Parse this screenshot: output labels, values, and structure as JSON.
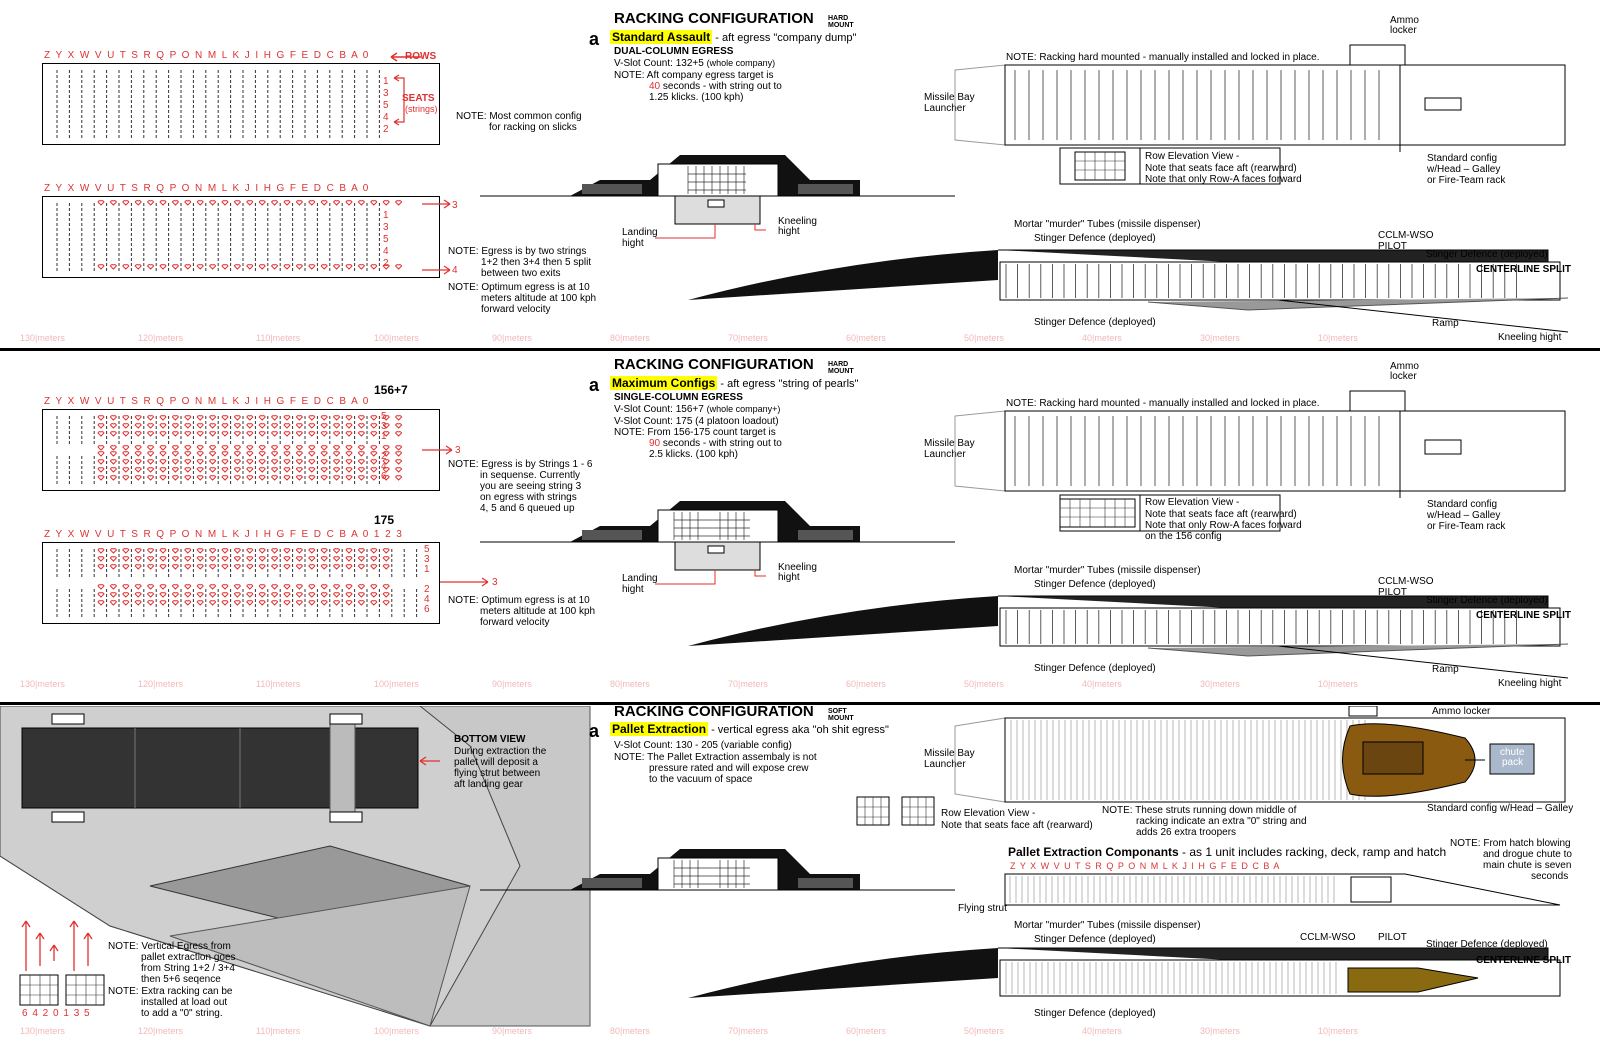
{
  "row_letters": "Z Y X W V U T S R Q P O N M L K J I H G F E D C B A 0",
  "row_letters_ext": "Z Y X W V U T S R Q P O N M L K J I H G F E D C B A 0  1 2 3",
  "row_letters_short": "Z Y X W V U T S R Q P O N M L K J I H G F E D C B A",
  "meters": [
    "130|meters",
    "120|meters",
    "110|meters",
    "100|meters",
    "90|meters",
    "80|meters",
    "70|meters",
    "60|meters",
    "50|meters",
    "40|meters",
    "30|meters",
    "10|meters"
  ],
  "common": {
    "title": "RACKING CONFIGURATION",
    "a": "a",
    "hard": "HARD",
    "mount": "MOUNT",
    "soft": "SOFT",
    "missile_bay": "Missile Bay",
    "launcher": "Launcher",
    "landing": "Landing",
    "hight": "hight",
    "kneeling": "Kneeling",
    "mortar": "Mortar \"murder\" Tubes (missile dispenser)",
    "stinger": "Stinger Defence (deployed)",
    "cclm": "CCLM-WSO",
    "pilot": "PILOT",
    "centerline": "CENTERLINE SPLIT",
    "ramp": "Ramp",
    "kneeling_hight": "Kneeling hight",
    "ammo": "Ammo",
    "locker": "locker",
    "std1": "Standard  config",
    "std2": "w/Head – Galley",
    "std3": "or Fire-Team rack",
    "note_hard": "NOTE: Racking hard mounted - manually installed and locked in place.",
    "row_elev": "Row Elevation View -",
    "row_elev_n1": "Note that seats face aft (rearward)",
    "row_elev_n2": "Note that only Row-A faces forward"
  },
  "p1": {
    "config_name": "Standard Assault",
    "config_desc": " - aft egress \"company dump\"",
    "egress": "DUAL-COLUMN EGRESS",
    "vslot": "V-Slot Count:  132+5",
    "vslot_small": "(whole company)",
    "note1": "NOTE:  Aft company egress target is",
    "note2a": "40",
    "note2b": " seconds - with string out to",
    "note3": "1.25 klicks.  (100 kph)",
    "rows_label": "ROWS",
    "seats_label": "SEATS",
    "strings_label": "(strings)",
    "seat_nums": [
      "1",
      "3",
      "5",
      "4",
      "2"
    ],
    "note_common1": "NOTE:  Most common config",
    "note_common2": "for racking on slicks",
    "egress_num_top": "3",
    "egress_num_bot": "4",
    "note_eg1": "NOTE:  Egress is by two strings",
    "note_eg2": "1+2 then 3+4 then 5 split",
    "note_eg3": "between two exits",
    "note_opt1": "NOTE:  Optimum egress is at 10",
    "note_opt2": "meters altitude at 100 kph",
    "note_opt3": "forward velocity"
  },
  "p2": {
    "config_name": "Maximum Configs",
    "config_desc": " - aft egress \"string of pearls\"",
    "egress": "SINGLE-COLUMN EGRESS",
    "vslot1": "V-Slot Count:  156+7",
    "vslot1_small": "(whole company+)",
    "vslot2": "V-Slot Count:  175  (4 platoon loadout)",
    "note1": "NOTE:  From 156-175 count target is",
    "note2a": "90",
    "note2b": " seconds - with string out to",
    "note3": "2.5 klicks.  (100 kph)",
    "count_top": "156+7",
    "count_bot": "175",
    "nums_top": [
      "5",
      "3",
      "1",
      "2",
      "4",
      "6"
    ],
    "nums_bot": [
      "5",
      "3",
      "1",
      "2",
      "4",
      "6"
    ],
    "egress_num": "3",
    "note_eg1": "NOTE:  Egress is by Strings 1 - 6",
    "note_eg2": "in sequense.  Currently",
    "note_eg3": "you are seeing  string 3",
    "note_eg4": "on egress with strings",
    "note_eg5": "4, 5 and 6 queued up",
    "note_opt1": "NOTE:  Optimum egress is at 10",
    "note_opt2": "meters altitude at 100 kph",
    "note_opt3": "forward velocity",
    "row_elev_n3": "on the 156 config"
  },
  "p3": {
    "config_name": "Pallet Extraction",
    "config_desc": " - vertical egress aka \"oh shit egress\"",
    "vslot": "V-Slot Count:  130 - 205  (variable config)",
    "note1": "NOTE:  The Pallet Extraction assembaly is not",
    "note2": "pressure rated and will expose crew",
    "note3": "to the vacuum of space",
    "bottom_view": "BOTTOM VIEW",
    "bv1": "During extraction the",
    "bv2": "pallet will deposit a",
    "bv3": "flying strut between",
    "bv4": "aft landing gear",
    "ammo_locker": "Ammo locker",
    "chute1": "chute",
    "chute2": "pack",
    "std_cfg": "Standard config w/Head – Galley",
    "row_elev": "Row Elevation View -",
    "row_elev_n1": "Note that seats face aft (rearward)",
    "strut1": "NOTE:  These struts running down middle of",
    "strut2": "racking indicate an extra \"0\" string and",
    "strut3": "adds 26 extra troopers",
    "pallet_title": "Pallet Extraction Componants",
    "pallet_desc": " - as 1 unit includes racking, deck, ramp and hatch",
    "hatch1": "NOTE:  From hatch blowing",
    "hatch2": "and drogue chute to",
    "hatch3": "main chute is seven",
    "hatch4": "seconds",
    "flying_strut": "Flying strut",
    "vert1": "NOTE:  Vertical Egress from",
    "vert2": "pallet extraction goes",
    "vert3": "from String 1+2 / 3+4",
    "vert4": "then 5+6 seqence",
    "vert5": "NOTE:  Extra racking can be",
    "vert6": "installed at load out",
    "vert7": "to add a \"0\" string.",
    "string_nums": "6 4 2 0 1 3 5"
  }
}
